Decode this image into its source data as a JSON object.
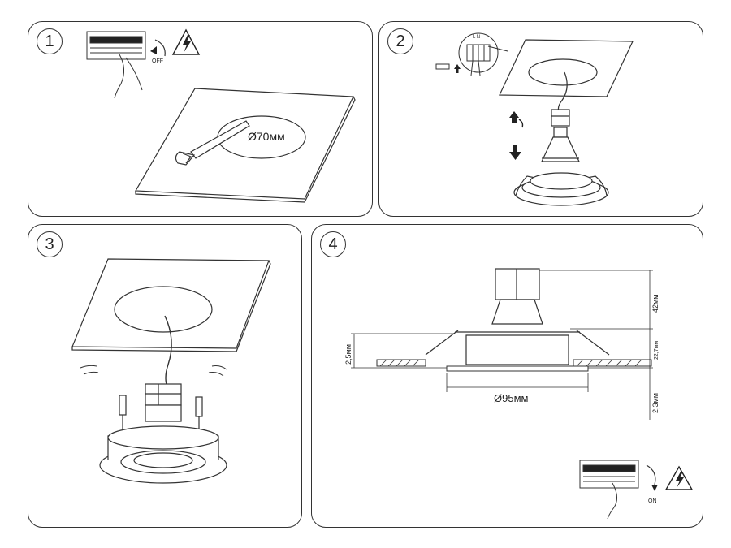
{
  "panels": [
    {
      "step": "1",
      "switch_label": "OFF",
      "dimension": "Ø70мм"
    },
    {
      "step": "2",
      "wiring_label": "L N"
    },
    {
      "step": "3"
    },
    {
      "step": "4",
      "dim_height": "42мм",
      "dim_rim": "22,7мм",
      "dim_left": "2,5мм",
      "dim_bottom": "2,3мм",
      "dim_diameter": "Ø95мм",
      "switch_label": "ON"
    }
  ]
}
